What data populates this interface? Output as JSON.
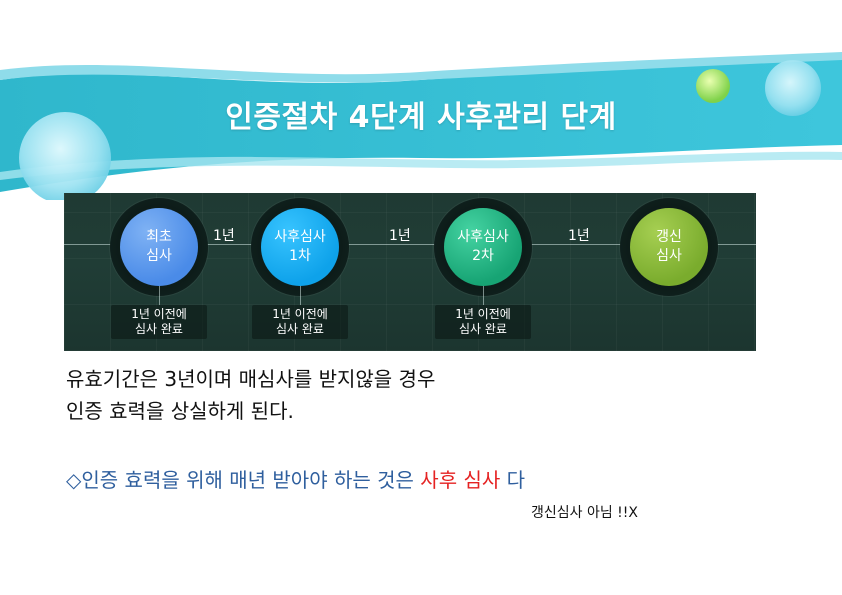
{
  "title": "인증절차 4단계 사후관리 단계",
  "stages": [
    {
      "label": "최초\n심사",
      "color": "#4a8be8"
    },
    {
      "label": "사후심사\n1차",
      "color": "#0ea2ea"
    },
    {
      "label": "사후심사\n2차",
      "color": "#17a474"
    },
    {
      "label": "갱신\n심사",
      "color": "#7aac2d"
    }
  ],
  "intervals": [
    "1년",
    "1년",
    "1년"
  ],
  "notes": [
    "1년 이전에\n심사 완료",
    "1년 이전에\n심사 완료",
    "1년 이전에\n심사 완료"
  ],
  "body": {
    "line1": "유효기간은 3년이며 매심사를 받지않을 경우",
    "line2": "인증 효력을 상실하게 된다."
  },
  "highlight": {
    "prefix": "◇인증 효력을 위해 매년 받아야 하는 것은 ",
    "emphasis": "사후 심사",
    "suffix": " 다"
  },
  "footnote": "갱신심사 아님 !!X"
}
